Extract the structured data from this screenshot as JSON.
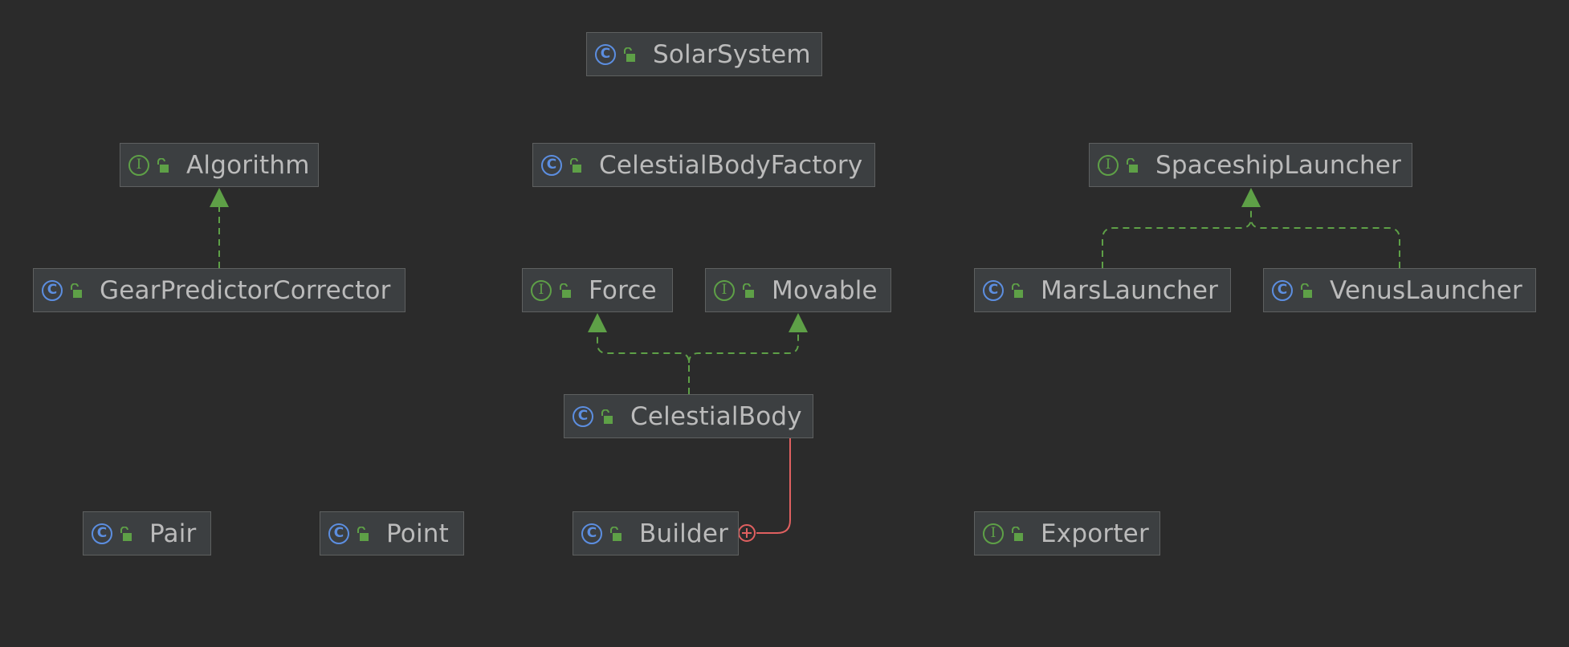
{
  "nodes": {
    "solarsystem": {
      "kind": "class",
      "label": "SolarSystem"
    },
    "algorithm": {
      "kind": "interface",
      "label": "Algorithm"
    },
    "celestialbodyfactory": {
      "kind": "class",
      "label": "CelestialBodyFactory"
    },
    "spaceshiplauncher": {
      "kind": "interface",
      "label": "SpaceshipLauncher"
    },
    "gearpredictorcorrector": {
      "kind": "class",
      "label": "GearPredictorCorrector"
    },
    "force": {
      "kind": "interface",
      "label": "Force"
    },
    "movable": {
      "kind": "interface",
      "label": "Movable"
    },
    "marslauncher": {
      "kind": "class",
      "label": "MarsLauncher"
    },
    "venuslauncher": {
      "kind": "class",
      "label": "VenusLauncher"
    },
    "celestialbody": {
      "kind": "class",
      "label": "CelestialBody"
    },
    "pair": {
      "kind": "class",
      "label": "Pair"
    },
    "point": {
      "kind": "class",
      "label": "Point"
    },
    "builder": {
      "kind": "class",
      "label": "Builder"
    },
    "exporter": {
      "kind": "interface",
      "label": "Exporter"
    }
  },
  "kind_glyphs": {
    "class": "C",
    "interface": "I"
  },
  "edges": [
    {
      "from": "GearPredictorCorrector",
      "to": "Algorithm",
      "type": "implements"
    },
    {
      "from": "CelestialBody",
      "to": "Force",
      "type": "implements"
    },
    {
      "from": "CelestialBody",
      "to": "Movable",
      "type": "implements"
    },
    {
      "from": "MarsLauncher",
      "to": "SpaceshipLauncher",
      "type": "implements"
    },
    {
      "from": "VenusLauncher",
      "to": "SpaceshipLauncher",
      "type": "implements"
    },
    {
      "from": "Builder",
      "to": "CelestialBody",
      "type": "inner-class"
    }
  ],
  "colors": {
    "background": "#2b2b2b",
    "node_fill": "#3c3f41",
    "node_border": "#5e6060",
    "text": "#bbbbbb",
    "class_icon": "#5c8ee0",
    "interface_icon": "#5ea047",
    "implements_edge": "#5ea047",
    "inner_edge": "#e06060"
  }
}
